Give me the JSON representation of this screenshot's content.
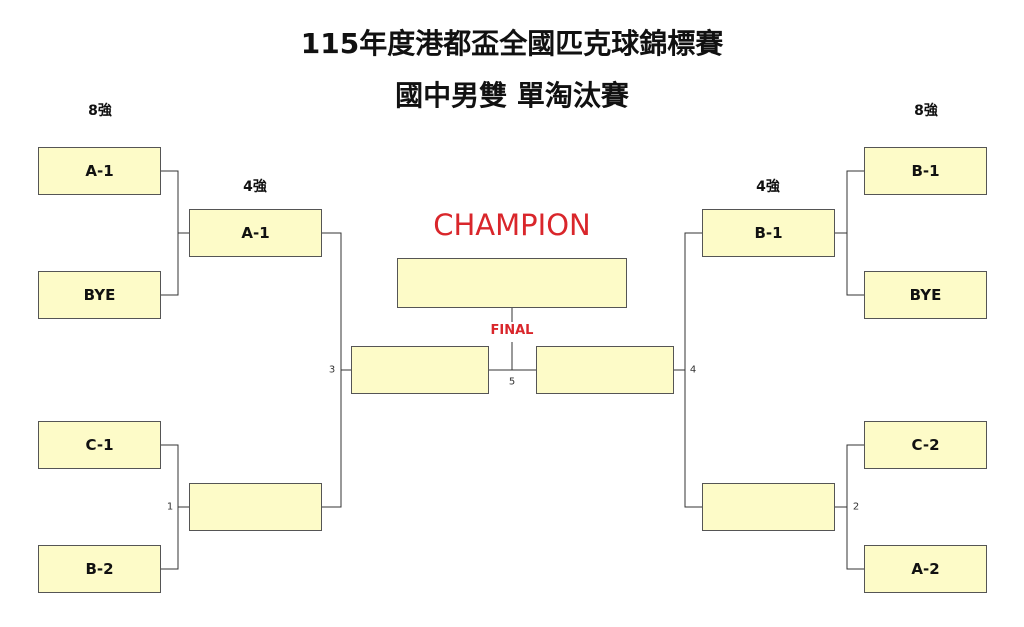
{
  "title": "115年度港都盃全國匹克球錦標賽",
  "subtitle": "國中男雙 單淘汰賽",
  "round_labels": {
    "r8_left": "8強",
    "r8_right": "8強",
    "r4_left": "4強",
    "r4_right": "4強"
  },
  "champion_label": "CHAMPION",
  "final_label": "FINAL",
  "left_r8": [
    "A-1",
    "BYE",
    "C-1",
    "B-2"
  ],
  "right_r8": [
    "B-1",
    "BYE",
    "C-2",
    "A-2"
  ],
  "left_r4": [
    "A-1",
    ""
  ],
  "right_r4": [
    "B-1",
    ""
  ],
  "match_numbers": {
    "m1": "1",
    "m2": "2",
    "m3": "3",
    "m4": "4",
    "m5": "5"
  },
  "colors": {
    "box_fill": "#fdfbc8",
    "accent_red": "#d9262b"
  }
}
